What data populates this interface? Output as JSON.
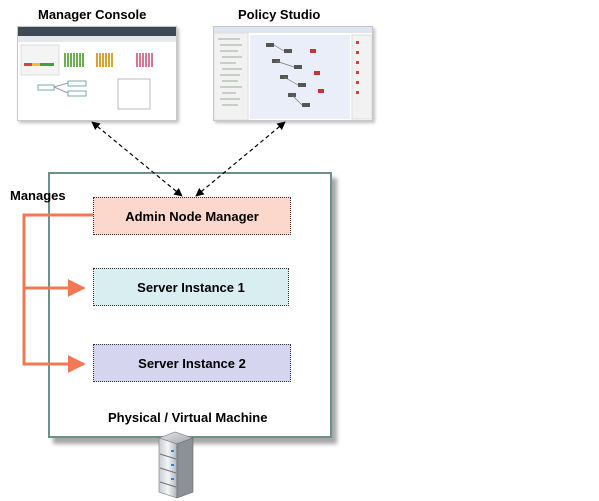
{
  "labels": {
    "manager_console": "Manager Console",
    "policy_studio": "Policy Studio",
    "manages": "Manages",
    "machine": "Physical / Virtual Machine"
  },
  "nodes": [
    {
      "label": "Admin Node Manager",
      "color": "#fbd7cc"
    },
    {
      "label": "Server Instance 1",
      "color": "#d9eef0"
    },
    {
      "label": "Server Instance 2",
      "color": "#d5d5f0"
    }
  ],
  "colors": {
    "manages_arrow": "#f07852",
    "machine_border": "#6f8f8a"
  },
  "icons": {
    "server": "server-icon"
  }
}
